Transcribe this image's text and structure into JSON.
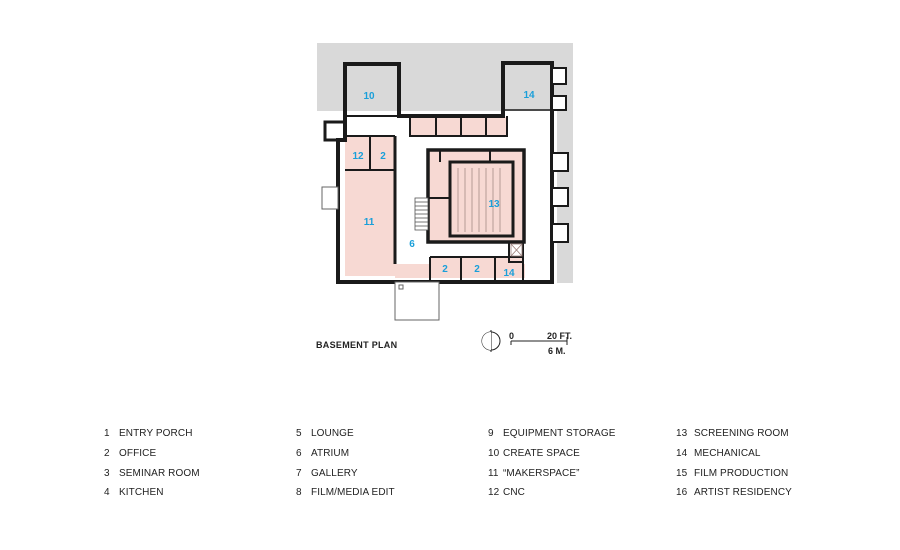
{
  "plan": {
    "title": "BASEMENT PLAN",
    "scale": {
      "zero": "0",
      "feet": "20 FT.",
      "meters": "6 M."
    },
    "room_labels": {
      "create_space": "10",
      "mechanical_top": "14",
      "cnc": "12",
      "office_left": "2",
      "makerspace": "11",
      "atrium": "6",
      "screening_room": "13",
      "office_bottom_a": "2",
      "office_bottom_b": "2",
      "mechanical_bottom": "14"
    }
  },
  "legend": [
    [
      {
        "num": "1",
        "label": "ENTRY PORCH"
      },
      {
        "num": "2",
        "label": "OFFICE"
      },
      {
        "num": "3",
        "label": "SEMINAR ROOM"
      },
      {
        "num": "4",
        "label": "KITCHEN"
      }
    ],
    [
      {
        "num": "5",
        "label": "LOUNGE"
      },
      {
        "num": "6",
        "label": "ATRIUM"
      },
      {
        "num": "7",
        "label": "GALLERY"
      },
      {
        "num": "8",
        "label": "FILM/MEDIA EDIT"
      }
    ],
    [
      {
        "num": "9",
        "label": "EQUIPMENT STORAGE"
      },
      {
        "num": "10",
        "label": "CREATE SPACE"
      },
      {
        "num": "11",
        "label": "“MAKERSPACE”"
      },
      {
        "num": "12",
        "label": "CNC"
      }
    ],
    [
      {
        "num": "13",
        "label": "SCREENING ROOM"
      },
      {
        "num": "14",
        "label": "MECHANICAL"
      },
      {
        "num": "15",
        "label": "FILM PRODUCTION"
      },
      {
        "num": "16",
        "label": "ARTIST RESIDENCY"
      }
    ]
  ],
  "colors": {
    "room_fill": "#f7d9d3",
    "ground": "#d9d9d9",
    "wall": "#1a1a1a",
    "label": "#1a9fd9"
  }
}
